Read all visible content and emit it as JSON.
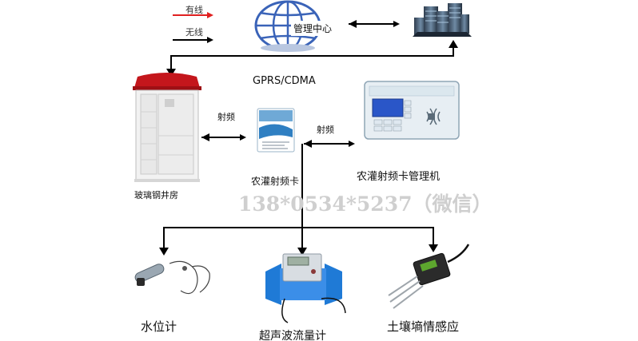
{
  "legend": {
    "wired": "有线",
    "wireless": "无线"
  },
  "management_center": "管理中心",
  "network": "GPRS/CDMA",
  "rf_left": "射频",
  "rf_right": "射频",
  "rf_card": "农灌射频卡",
  "card_manager": "农灌射频卡管理机",
  "well_house": "玻璃钢井房",
  "watermark": "138*0534*5237（微信）",
  "water_level": "水位计",
  "flow_meter": "超声波流量计",
  "soil_sensor": "土壤墒情感应",
  "colors": {
    "wired_arrow": "#e02020",
    "wire": "#000000",
    "roof": "#c4161c",
    "globe": "#3a63b8",
    "lcd": "#2a56c8"
  }
}
